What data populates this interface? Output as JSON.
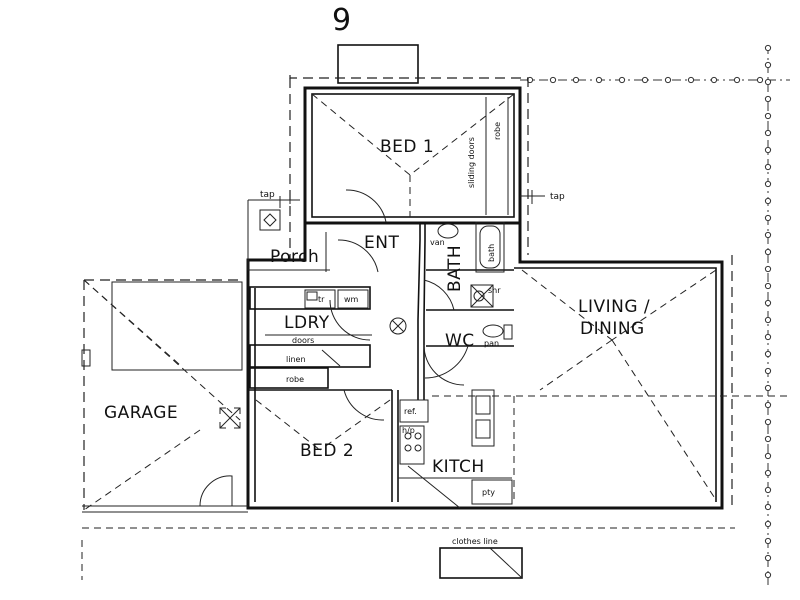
{
  "lot_number": "9",
  "rooms": {
    "bed1": "BED 1",
    "bed2": "BED 2",
    "ent": "ENT",
    "porch": "Porch",
    "bath": "BATH",
    "ldry": "LDRY",
    "wc": "WC",
    "living": "LIVING /",
    "dining": "DINING",
    "garage": "GARAGE",
    "kitch": "KITCH"
  },
  "fixtures": {
    "tap_left": "tap",
    "tap_right": "tap",
    "sliding_doors": "sliding doors",
    "robe_bed1": "robe",
    "van": "van",
    "bath_tub": "bath",
    "shr": "shr",
    "tr": "tr",
    "wm": "wm",
    "doors": "doors",
    "linen": "linen",
    "robe_bed2": "robe",
    "pan": "pan",
    "ref": "ref.",
    "hp": "h/p",
    "pty": "pty",
    "clothes_line": "clothes line"
  }
}
